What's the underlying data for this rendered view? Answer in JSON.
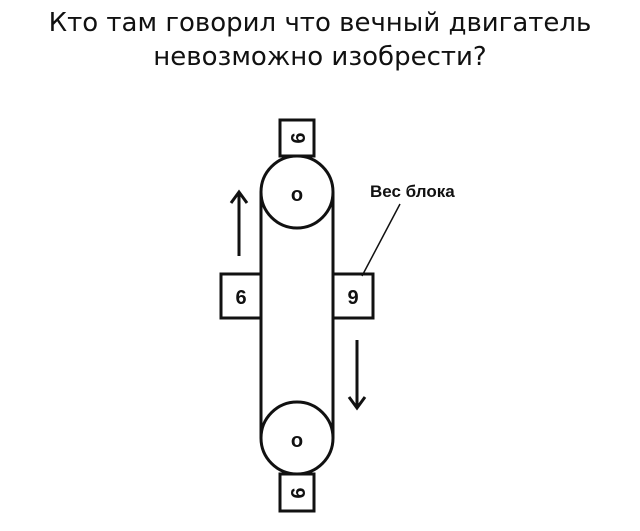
{
  "caption": {
    "line1": "Кто там говорил что вечный двигатель",
    "line2": "невозможно изобрести?"
  },
  "diagram": {
    "annotation": "Вес блока",
    "block_top": "9",
    "block_left": "6",
    "block_right": "9",
    "block_bottom": "9",
    "wheel_top": "o",
    "wheel_bottom": "o",
    "arrow_left": "up",
    "arrow_right": "down"
  }
}
